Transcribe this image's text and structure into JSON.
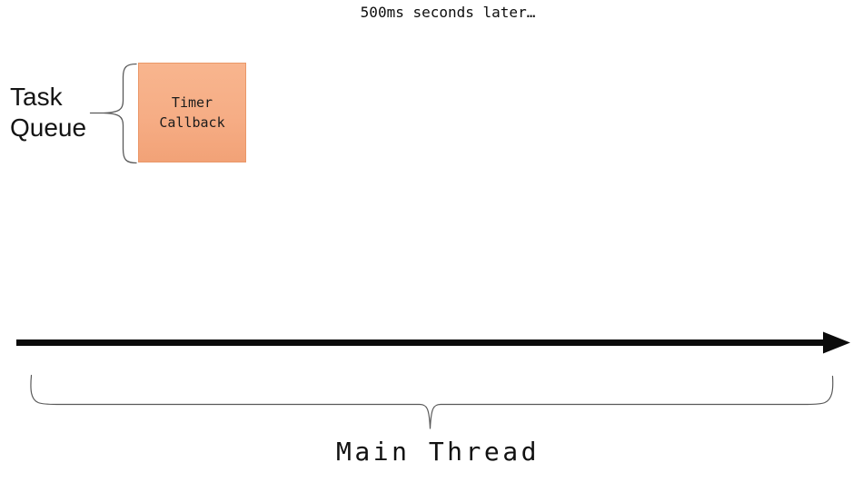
{
  "diagram": {
    "title": "500ms seconds later…",
    "task_queue": {
      "label_line1": "Task",
      "label_line2": "Queue"
    },
    "timer_callback_box": {
      "label_line1": "Timer",
      "label_line2": "Callback"
    },
    "main_thread": {
      "label": "Main Thread"
    },
    "colors": {
      "box_fill_top": "#f8b58e",
      "box_fill_bottom": "#f2a277",
      "box_border": "#ea9768",
      "arrow": "#0b0b0b",
      "brace": "#595959",
      "text": "#161616"
    }
  }
}
